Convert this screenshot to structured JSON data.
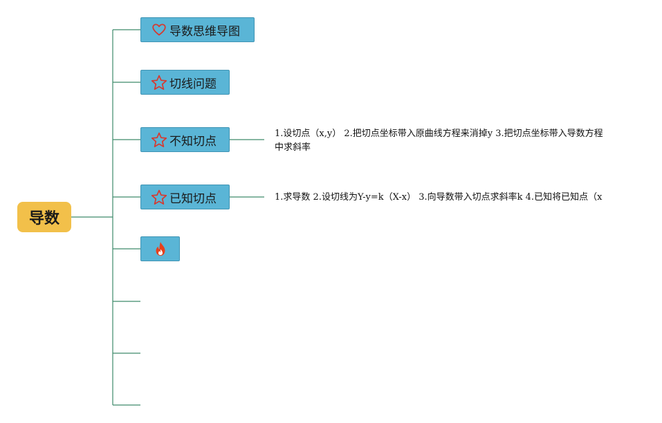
{
  "root": {
    "label": "导数"
  },
  "branches": [
    {
      "label": "导数思维导图",
      "icon": "heart-icon",
      "icon_color": "#d6392f"
    },
    {
      "label": "切线问题",
      "icon": "star-icon",
      "icon_color": "#d6392f"
    },
    {
      "label": "不知切点",
      "icon": "star-icon",
      "icon_color": "#d6392f"
    },
    {
      "label": "已知切点",
      "icon": "star-icon",
      "icon_color": "#d6392f"
    },
    {
      "label": "",
      "icon": "fire-icon",
      "icon_color": "#e8401c"
    }
  ],
  "notes": {
    "unknown_point": {
      "line1": "1.设切点（x,y） 2.把切点坐标带入原曲线方程来消掉y 3.把切点坐标带入导数方程",
      "line2": "中求斜率"
    },
    "known_point": {
      "line1": "1.求导数 2.设切线为Y-y=k（X-x） 3.向导数带入切点求斜率k 4.已知将已知点（x"
    }
  },
  "colors": {
    "connector": "#3e8a6a",
    "root_fill": "#f2c04a",
    "branch_fill": "#5ab5d6",
    "branch_border": "#3f94b4"
  }
}
